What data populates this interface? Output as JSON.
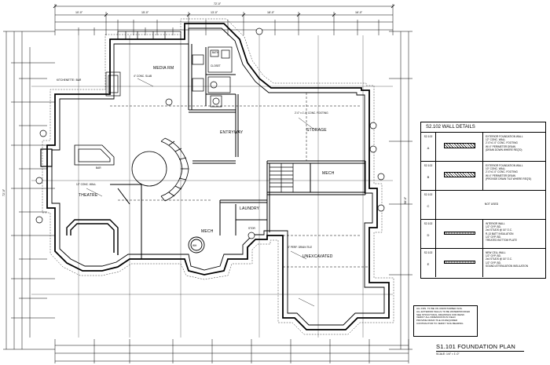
{
  "sheet": {
    "title": "S1.101 FOUNDATION PLAN",
    "scale": "SCALE: 1/4\" = 1'-0\""
  },
  "dimensions": {
    "top_overall": "72'-0\"",
    "top_segments": [
      "10'-0\"",
      "15'-0\"",
      "13'-0\"",
      "18'-0\"",
      "16'-0\""
    ],
    "left_overall": "72'-0\"",
    "right_overall": "58'-0\""
  },
  "rooms": {
    "media_rm": "MEDIA RM",
    "entryway": "ENTRYWAY",
    "storage": "STORAGE",
    "mech": "MECH",
    "theatre": "THEATRE",
    "laundry": "LAUNDRY",
    "unexcavated": "UNEXCAVATED",
    "bath": "BATH",
    "closet": "CLOSET",
    "bar": "BAR",
    "stor": "STOR",
    "wh": "WH",
    "kitchenette": "KITCHENETTE / BAR",
    "mech2": "MECH"
  },
  "notes_on_plan": {
    "slab": "4\" CONC. SLAB",
    "footing": "2'-0\" x 1'-0\" CONC. FOOTING",
    "wall": "12\" CONC. WALL",
    "drain": "4\" PERF. DRAIN TILE"
  },
  "wall_details": {
    "title": "S2.102 WALL DETAILS",
    "rows": [
      {
        "ref": "S2.102",
        "letter": "A",
        "has_hatch": true,
        "hatch_style": "thick",
        "notes": [
          "EXTERIOR FOUNDATION WALL",
          "12\" CONC. WALL",
          "2'-0\"x1'-0\" CONC. FOOTING",
          "W/ 4\" PERIMETER DRAIN",
          "(DRAIN DOWN WHERE REQ'D)"
        ]
      },
      {
        "ref": "S2.102",
        "letter": "B",
        "has_hatch": true,
        "hatch_style": "thick",
        "notes": [
          "EXTERIOR FOUNDATION WALL",
          "10\" CONC. WALL",
          "2'-0\"x1'-0\" CONC. FOOTING",
          "W/ 4\" PERIMETER DRAIN",
          "(PROVIDE DRAIN TILE WHERE REQ'D)"
        ]
      },
      {
        "ref": "S2.102",
        "letter": "C",
        "has_hatch": false,
        "center_note": "NOT USED",
        "notes": []
      },
      {
        "ref": "S2.102",
        "letter": "D",
        "has_hatch": true,
        "hatch_style": "thin",
        "notes": [
          "INTERIOR WALL",
          "1/2\" GYP. BD.",
          "2x4 STUDS @ 16\" O.C.",
          "R-13 BATT INSULATION",
          "1/2\" GYP. BD.",
          "TREATED BOTTOM PLATE"
        ]
      },
      {
        "ref": "S2.102",
        "letter": "E",
        "has_hatch": true,
        "hatch_style": "thin",
        "notes": [
          "NEW CELL WALL",
          "1/2\" GYP. BD.",
          "2x4 STUDS @ 16\" O.C.",
          "1/2\" GYP. BD.",
          "SOUND ATTENUATION INSULATION"
        ]
      }
    ]
  },
  "general_notes": [
    "ALL FDN. TO BE ON UNDISTURBED SOIL",
    "ALL EXTERIOR WALLS TO BE WATERPROOFED",
    "SEE STRUCTURAL DRAWINGS FOR REINF.",
    "VERIFY ALL DIMENSIONS IN FIELD",
    "PROVIDE DRAIN TILE AS REQUIRED",
    "CONTRACTOR TO VERIFY SOIL BEARING"
  ]
}
